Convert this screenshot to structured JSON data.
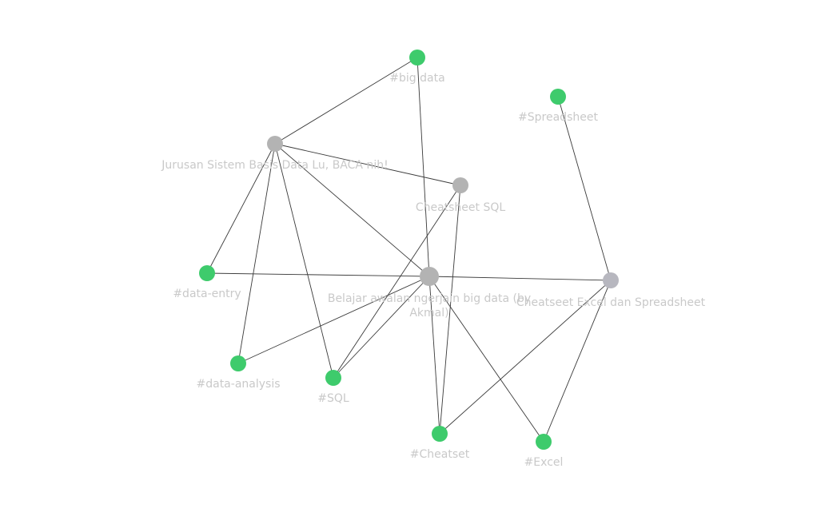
{
  "colors": {
    "tag": "#3ecb6c",
    "note": "#b3b3b3",
    "note_alt": "#b7b7bf",
    "edge": "#3a3a3a",
    "label": "#c9c9c9"
  },
  "nodes": [
    {
      "id": "bigdata",
      "kind": "tag",
      "label": "#big data"
    },
    {
      "id": "spreadsheet",
      "kind": "tag",
      "label": "#Spreadsheet"
    },
    {
      "id": "jurusan",
      "kind": "note",
      "label": "Jurusan Sistem Basis Data Lu, BACA nih!"
    },
    {
      "id": "cheatsheet_sql",
      "kind": "note",
      "label": "Cheatsheet SQL"
    },
    {
      "id": "data_entry",
      "kind": "tag",
      "label": "#data-entry"
    },
    {
      "id": "belajar",
      "kind": "note",
      "label": "Belajar awalan ngerjain big data (by Akmal)"
    },
    {
      "id": "cheatseet_excel",
      "kind": "note_alt",
      "label": "Cheatseet Excel dan Spreadsheet"
    },
    {
      "id": "data_analysis",
      "kind": "tag",
      "label": "#data-analysis"
    },
    {
      "id": "sql",
      "kind": "tag",
      "label": "#SQL"
    },
    {
      "id": "cheatset",
      "kind": "tag",
      "label": "#Cheatset"
    },
    {
      "id": "excel",
      "kind": "tag",
      "label": "#Excel"
    }
  ],
  "edges": [
    [
      "jurusan",
      "bigdata"
    ],
    [
      "jurusan",
      "cheatsheet_sql"
    ],
    [
      "jurusan",
      "data_entry"
    ],
    [
      "jurusan",
      "data_analysis"
    ],
    [
      "jurusan",
      "sql"
    ],
    [
      "jurusan",
      "belajar"
    ],
    [
      "bigdata",
      "belajar"
    ],
    [
      "cheatsheet_sql",
      "sql"
    ],
    [
      "cheatsheet_sql",
      "cheatset"
    ],
    [
      "data_entry",
      "belajar"
    ],
    [
      "belajar",
      "cheatseet_excel"
    ],
    [
      "belajar",
      "data_analysis"
    ],
    [
      "belajar",
      "sql"
    ],
    [
      "belajar",
      "cheatset"
    ],
    [
      "belajar",
      "excel"
    ],
    [
      "spreadsheet",
      "cheatseet_excel"
    ],
    [
      "cheatseet_excel",
      "cheatset"
    ],
    [
      "cheatseet_excel",
      "excel"
    ]
  ]
}
